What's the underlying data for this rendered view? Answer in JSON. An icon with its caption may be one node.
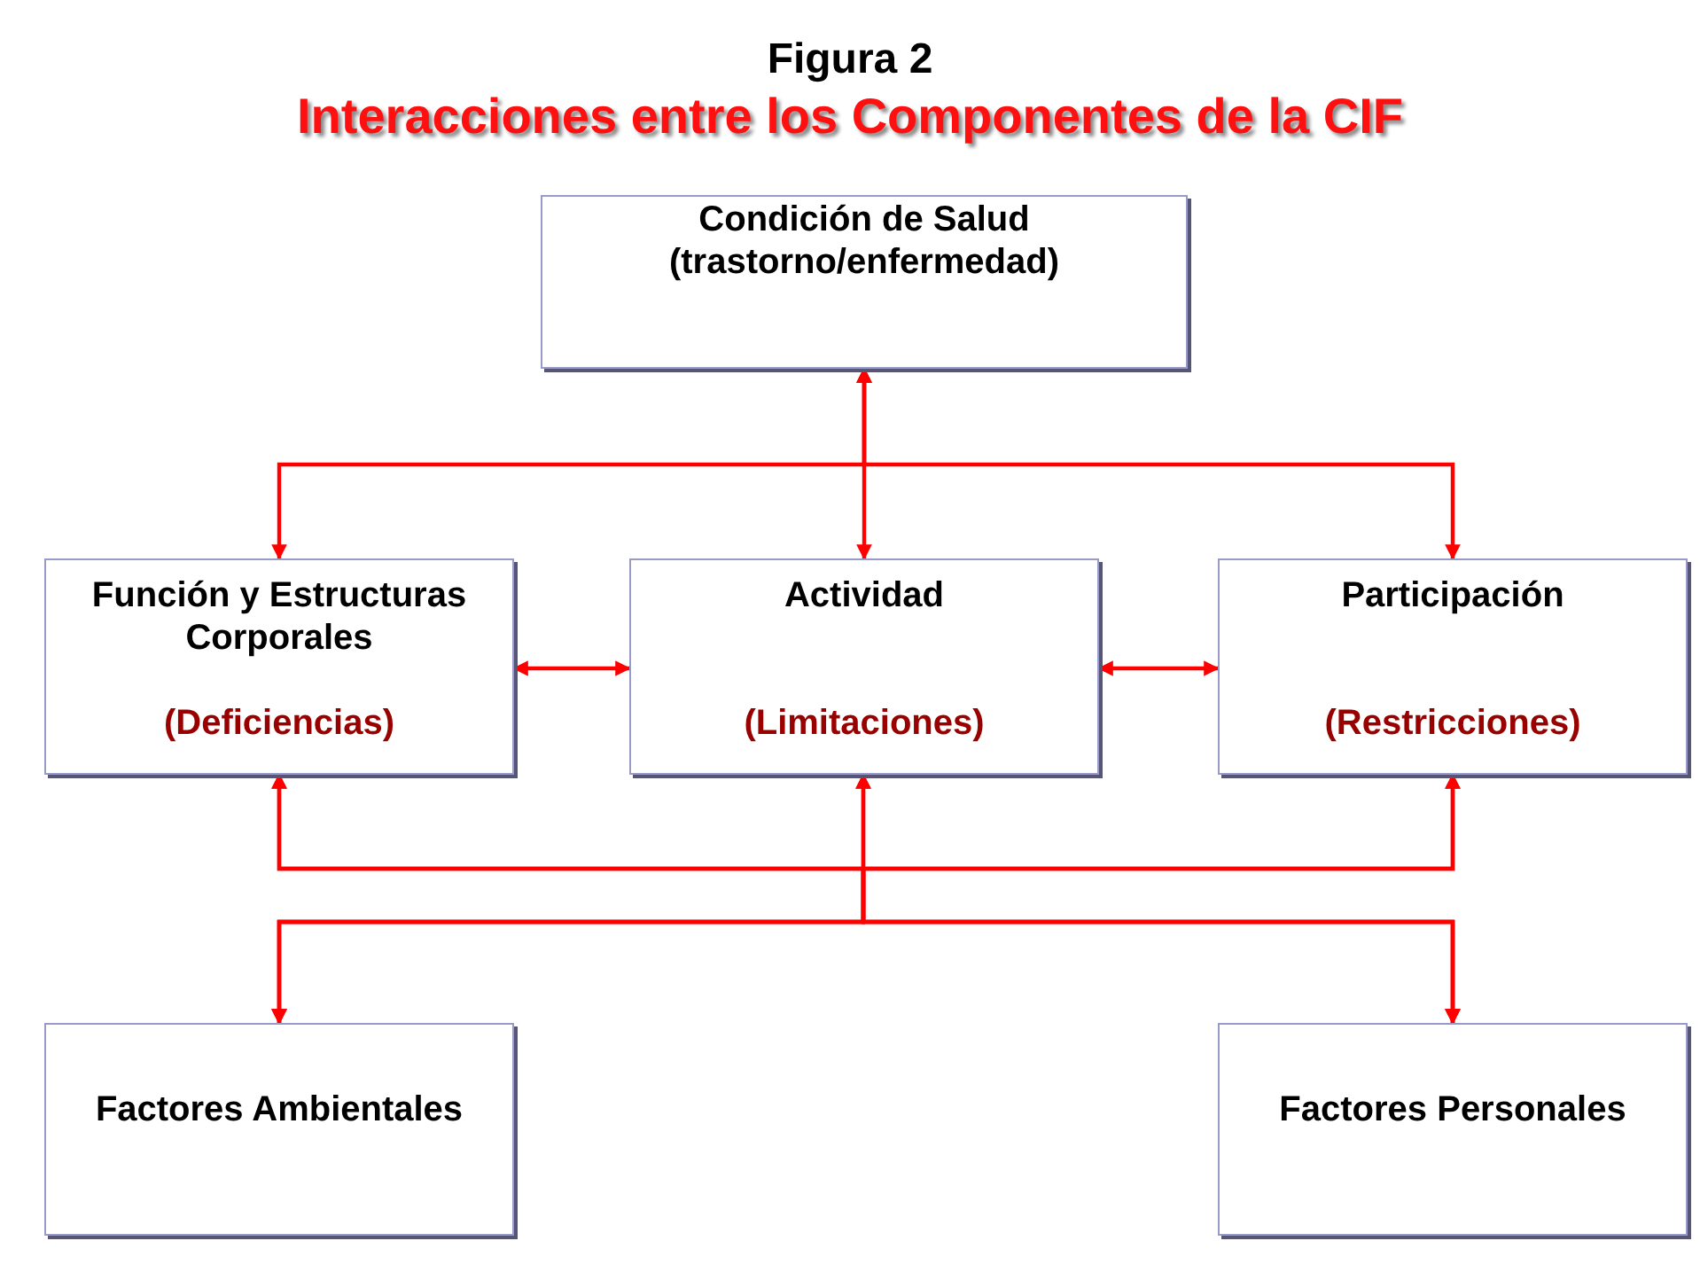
{
  "diagram": {
    "title": "Figura 2",
    "nodes": [
      {
        "text": [
          "Condición de Salud",
          "(trastorno/enfermedad)"
        ]
      },
      {
        "text": [
          "Función y Estructuras Corporales",
          "(Deficiencias)"
        ]
      },
      {
        "text": [
          "Actividad",
          "(Limitaciones)"
        ]
      },
      {
        "text": [
          "Participación",
          "(Restricciones)"
        ]
      },
      {
        "text": [
          "Factores Ambientales"
        ]
      },
      {
        "text": [
          "Factores Personales"
        ]
      }
    ],
    "edges": [
      {
        "from": 0,
        "to": 1,
        "arrow": "both"
      },
      {
        "from": 0,
        "to": 2,
        "arrow": "both"
      },
      {
        "from": 0,
        "to": 3,
        "arrow": "both"
      },
      {
        "from": 1,
        "to": 2,
        "arrow": "both"
      },
      {
        "from": 2,
        "to": 3,
        "arrow": "both"
      },
      {
        "from": 4,
        "to": 1,
        "arrow": "both"
      },
      {
        "from": 4,
        "to": 2,
        "arrow": "both"
      },
      {
        "from": 4,
        "to": 3,
        "arrow": "both"
      },
      {
        "from": 5,
        "to": 1,
        "arrow": "both"
      },
      {
        "from": 5,
        "to": 2,
        "arrow": "both"
      },
      {
        "from": 5,
        "to": 3,
        "arrow": "both"
      }
    ],
    "labels": [
      "Interacciones entre los Componentes de la CIF"
    ]
  }
}
